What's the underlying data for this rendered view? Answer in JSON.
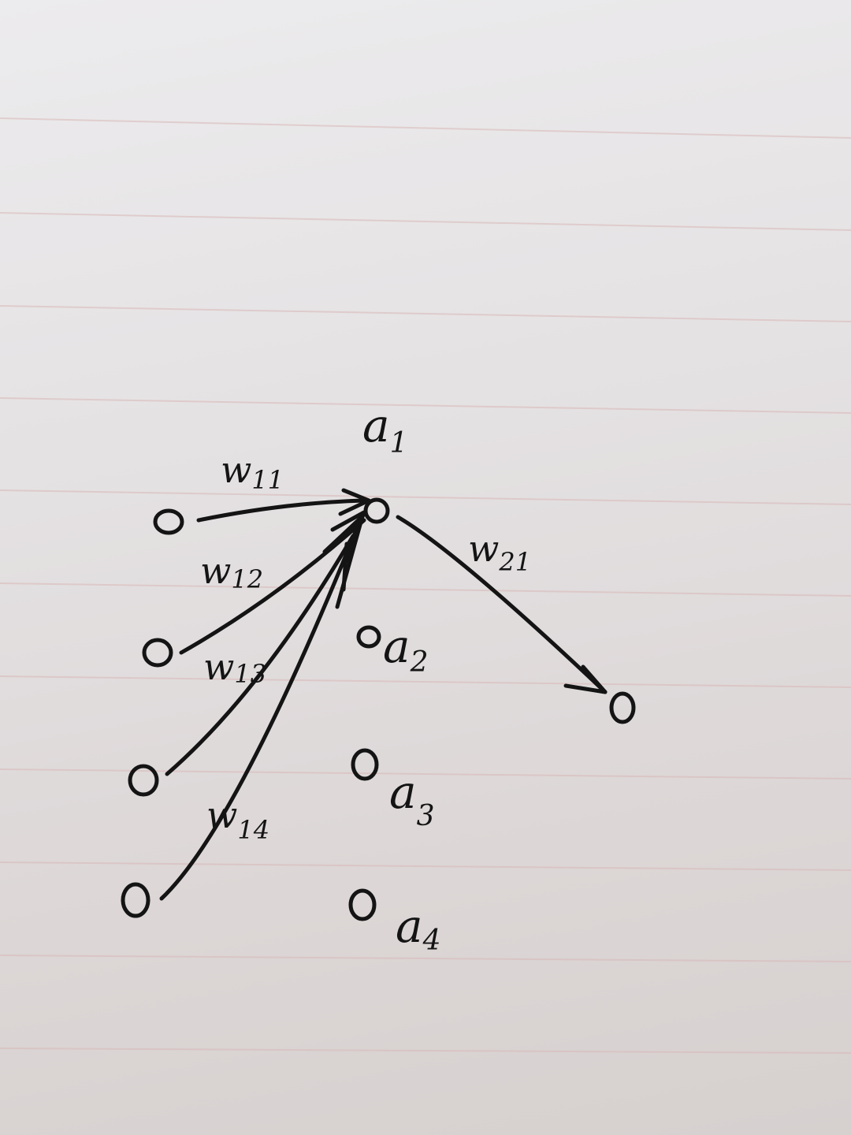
{
  "nodes": {
    "a1": {
      "name": "a",
      "sub": "1"
    },
    "a2": {
      "name": "a",
      "sub": "2"
    },
    "a3": {
      "name": "a",
      "sub": "3"
    },
    "a4": {
      "name": "a",
      "sub": "4"
    }
  },
  "edges": {
    "w11": {
      "name": "w",
      "sub": "11"
    },
    "w12": {
      "name": "w",
      "sub": "12"
    },
    "w13": {
      "name": "w",
      "sub": "13"
    },
    "w14": {
      "name": "w",
      "sub": "14"
    },
    "w21": {
      "name": "w",
      "sub": "21"
    }
  },
  "colors": {
    "ink": "#141414",
    "paper": "#e4e1e2",
    "ruled_line": "#d9b8b8"
  }
}
